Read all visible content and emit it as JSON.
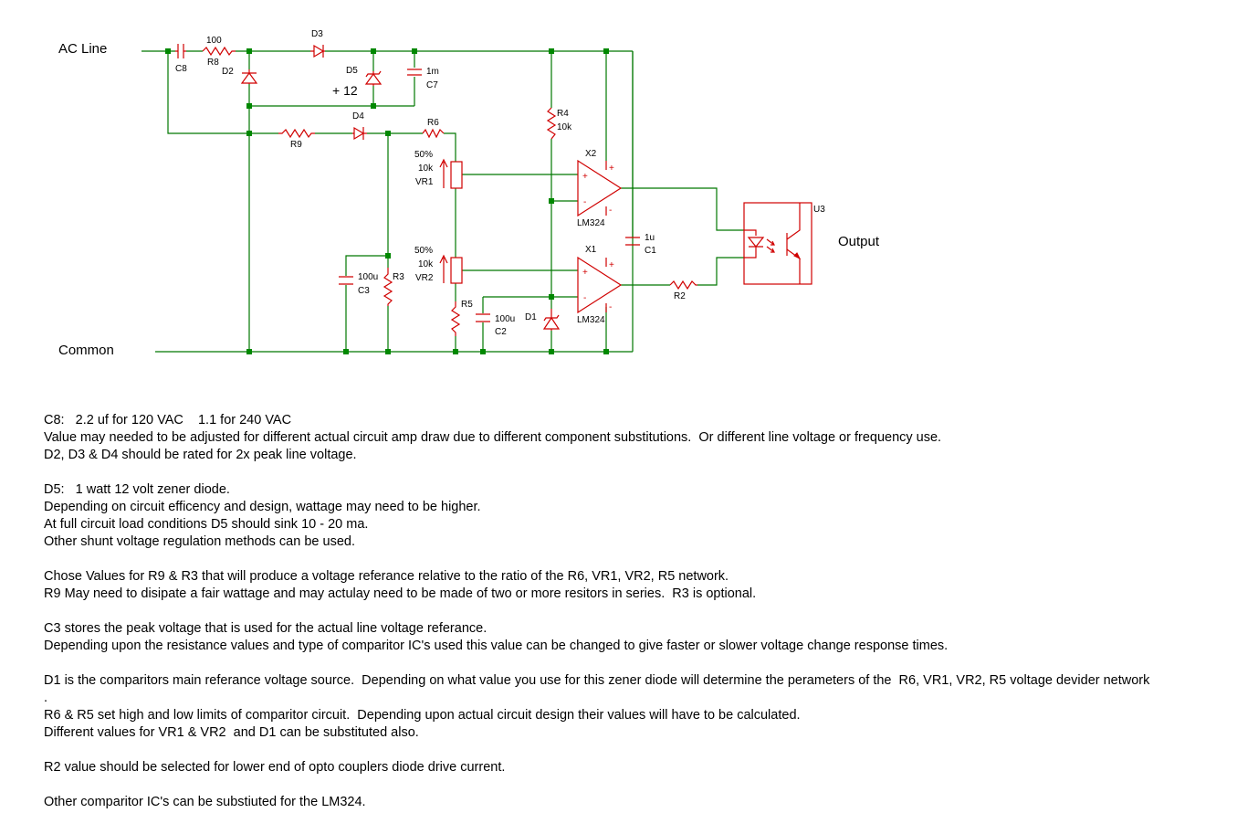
{
  "schematic": {
    "terminals": {
      "ac_line": "AC Line",
      "common": "Common",
      "output": "Output"
    },
    "labels": {
      "r8_value": "100",
      "r8": "R8",
      "c8": "C8",
      "d2": "D2",
      "d3": "D3",
      "d5": "D5",
      "c7_value": "1m",
      "c7": "C7",
      "plus12": "+ 12",
      "d4": "D4",
      "r9": "R9",
      "r6": "R6",
      "r4": "R4",
      "r4_value": "10k",
      "x2": "X2",
      "x1": "X1",
      "lm324_top": "LM324",
      "lm324_bottom": "LM324",
      "vr1_pct": "50%",
      "vr1_value": "10k",
      "vr1": "VR1",
      "vr2_pct": "50%",
      "vr2_value": "10k",
      "vr2": "VR2",
      "c1_value": "1u",
      "c1": "C1",
      "u3": "U3",
      "r2": "R2",
      "c3_value": "100u",
      "c3": "C3",
      "r3": "R3",
      "r5": "R5",
      "c2_value": "100u",
      "c2": "C2",
      "d1": "D1",
      "plus": "+",
      "minus": "-"
    }
  },
  "notes": [
    "C8:   2.2 uf for 120 VAC    1.1 for 240 VAC",
    "Value may needed to be adjusted for different actual circuit amp draw due to different component substitutions.  Or different line voltage or frequency use.",
    "D2, D3 & D4 should be rated for 2x peak line voltage.",
    "",
    "D5:   1 watt 12 volt zener diode.",
    "Depending on circuit efficency and design, wattage may need to be higher.",
    "At full circuit load conditions D5 should sink 10 - 20 ma.",
    "Other shunt voltage regulation methods can be used.",
    "",
    "Chose Values for R9 & R3 that will produce a voltage referance relative to the ratio of the R6, VR1, VR2, R5 network.",
    "R9 May need to disipate a fair wattage and may actulay need to be made of two or more resitors in series.  R3 is optional.",
    "",
    "C3 stores the peak voltage that is used for the actual line voltage referance.",
    "Depending upon the resistance values and type of comparitor IC's used this value can be changed to give faster or slower voltage change response times.",
    "",
    "D1 is the comparitors main referance voltage source.  Depending on what value you use for this zener diode will determine the perameters of the  R6, VR1, VR2, R5 voltage devider network",
    ".",
    "R6 & R5 set high and low limits of comparitor circuit.  Depending upon actual circuit design their values will have to be calculated.",
    "Different values for VR1 & VR2  and D1 can be substituted also.",
    "",
    "R2 value should be selected for lower end of opto couplers diode drive current.",
    "",
    "Other comparitor IC's can be substiuted for the LM324."
  ]
}
